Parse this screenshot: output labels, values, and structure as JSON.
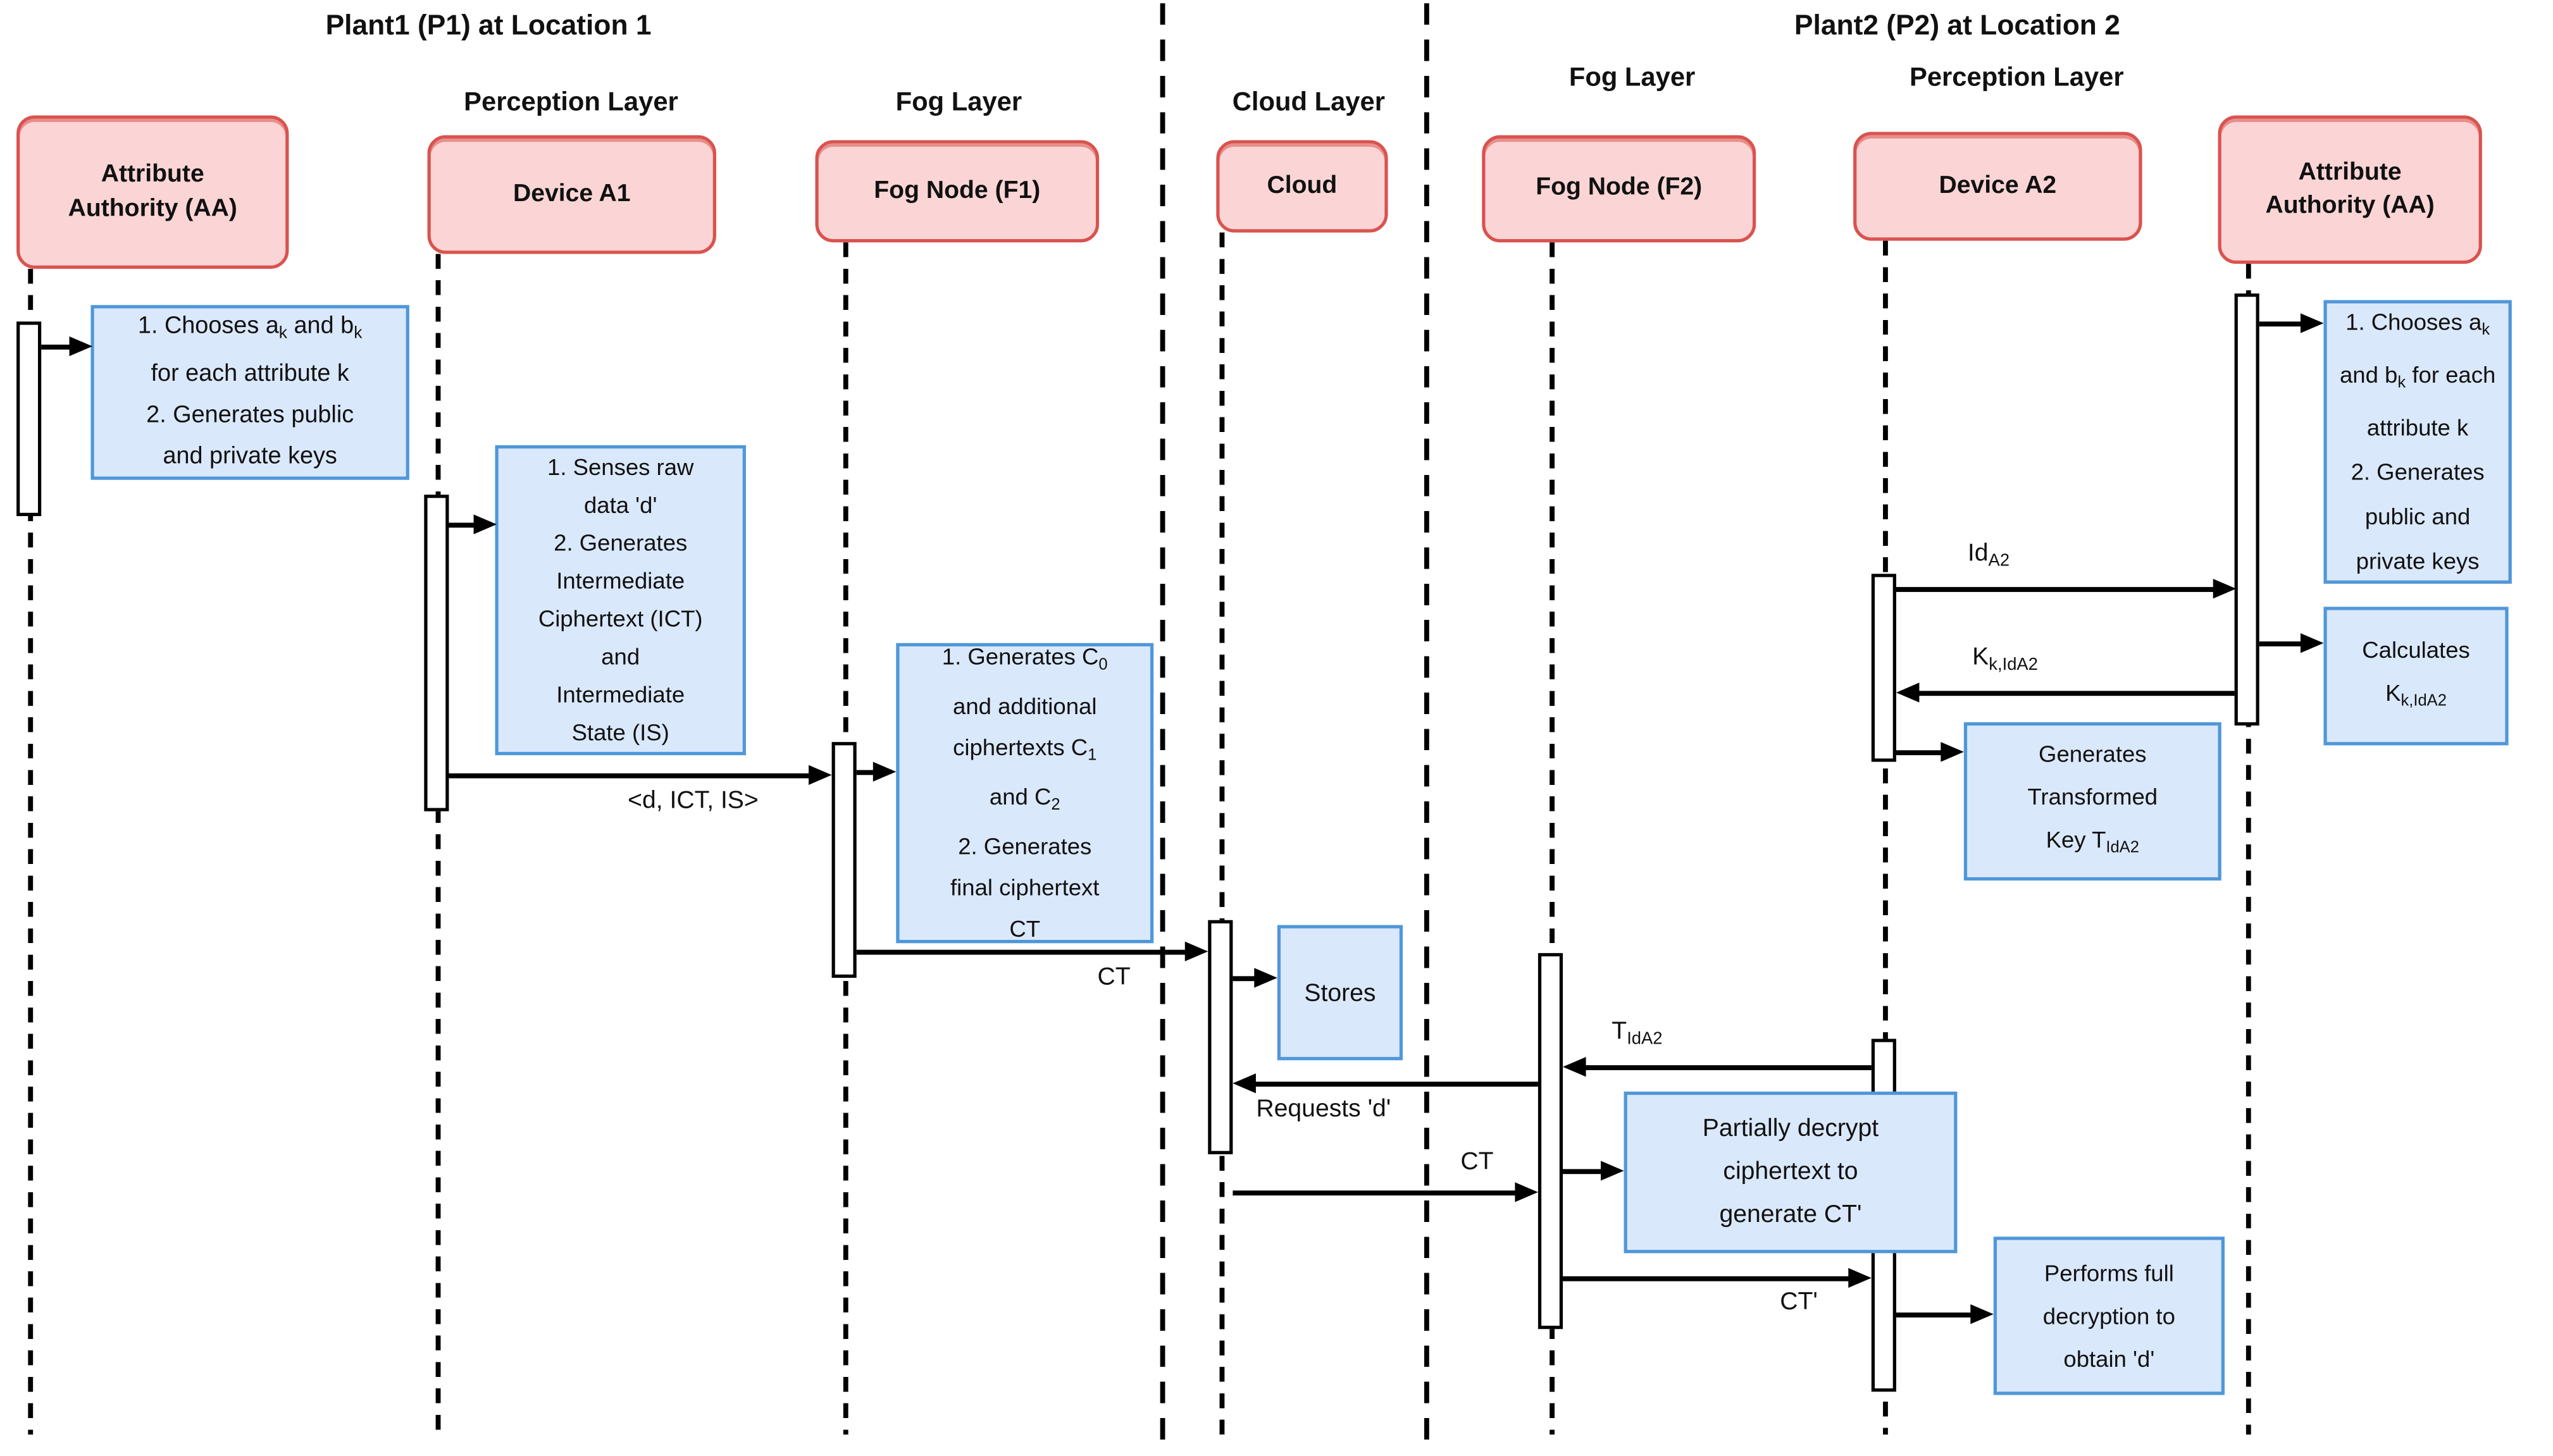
{
  "colors": {
    "actor_fill": "#fbd5d5",
    "actor_border": "#d9534f",
    "step_fill": "#dae8fb",
    "step_border": "#4f97d9",
    "line": "#000000"
  },
  "titles": {
    "plant1": "Plant1 (P1) at Location 1",
    "plant2": "Plant2 (P2) at Location 2"
  },
  "layers": {
    "p1_perception": "Perception Layer",
    "p1_fog": "Fog Layer",
    "cloud": "Cloud Layer",
    "p2_fog": "Fog Layer",
    "p2_perception": "Perception Layer"
  },
  "actors": {
    "aa1": "Attribute\nAuthority (AA)",
    "device_a1": "Device A1",
    "fog_f1": "Fog Node (F1)",
    "cloud": "Cloud",
    "fog_f2": "Fog Node (F2)",
    "device_a2": "Device A2",
    "aa2": "Attribute\nAuthority (AA)"
  },
  "steps": {
    "aa1_setup": [
      [
        "1. Chooses a",
        {
          "t": "k",
          "sub": true
        },
        " and b",
        {
          "t": "k",
          "sub": true
        }
      ],
      [
        "for each attribute k"
      ],
      [
        "2. Generates public"
      ],
      [
        "and private keys"
      ]
    ],
    "device_a1_steps": [
      [
        "1. Senses raw"
      ],
      [
        "data 'd'"
      ],
      [
        "2. Generates"
      ],
      [
        "Intermediate"
      ],
      [
        "Ciphertext (ICT)"
      ],
      [
        "and"
      ],
      [
        "Intermediate"
      ],
      [
        "State (IS)"
      ]
    ],
    "fog_f1_steps": [
      [
        "1. Generates C",
        {
          "t": "0",
          "sub": true
        }
      ],
      [
        "and additional"
      ],
      [
        "ciphertexts C",
        {
          "t": "1",
          "sub": true
        }
      ],
      [
        "and C",
        {
          "t": "2",
          "sub": true
        }
      ],
      [
        "2. Generates"
      ],
      [
        "final ciphertext"
      ],
      [
        "CT"
      ]
    ],
    "cloud_stores": [
      [
        "Stores"
      ]
    ],
    "aa2_setup": [
      [
        "1. Chooses a",
        {
          "t": "k",
          "sub": true
        }
      ],
      [
        "and b",
        {
          "t": "k",
          "sub": true
        },
        " for each"
      ],
      [
        "attribute k"
      ],
      [
        "2. Generates"
      ],
      [
        "public and"
      ],
      [
        "private keys"
      ]
    ],
    "aa2_calculates": [
      [
        "Calculates"
      ],
      [
        "K",
        {
          "t": "k,IdA2",
          "sub": true
        }
      ]
    ],
    "device_a2_transform": [
      [
        "Generates"
      ],
      [
        "Transformed"
      ],
      [
        "Key T",
        {
          "t": "IdA2",
          "sub": true
        }
      ]
    ],
    "fog_f2_partial": [
      [
        "Partially decrypt"
      ],
      [
        "ciphertext to"
      ],
      [
        "generate CT'"
      ]
    ],
    "device_a2_full": [
      [
        "Performs full"
      ],
      [
        "decryption to"
      ],
      [
        "obtain 'd'"
      ]
    ]
  },
  "messages": {
    "d_ict_is": [
      [
        "<d, ICT, IS>"
      ]
    ],
    "ct_f1_to_cloud": [
      [
        "CT"
      ]
    ],
    "requests_d": [
      [
        "Requests 'd'"
      ]
    ],
    "ct_cloud_to_f2": [
      [
        "CT"
      ]
    ],
    "id_a2": [
      [
        "Id",
        {
          "t": "A2",
          "sub": true
        }
      ]
    ],
    "k_k_ida2": [
      [
        "K",
        {
          "t": "k,IdA2",
          "sub": true
        }
      ]
    ],
    "t_ida2": [
      [
        "T",
        {
          "t": "IdA2",
          "sub": true
        }
      ]
    ],
    "ct_prime": [
      [
        "CT'"
      ]
    ]
  }
}
